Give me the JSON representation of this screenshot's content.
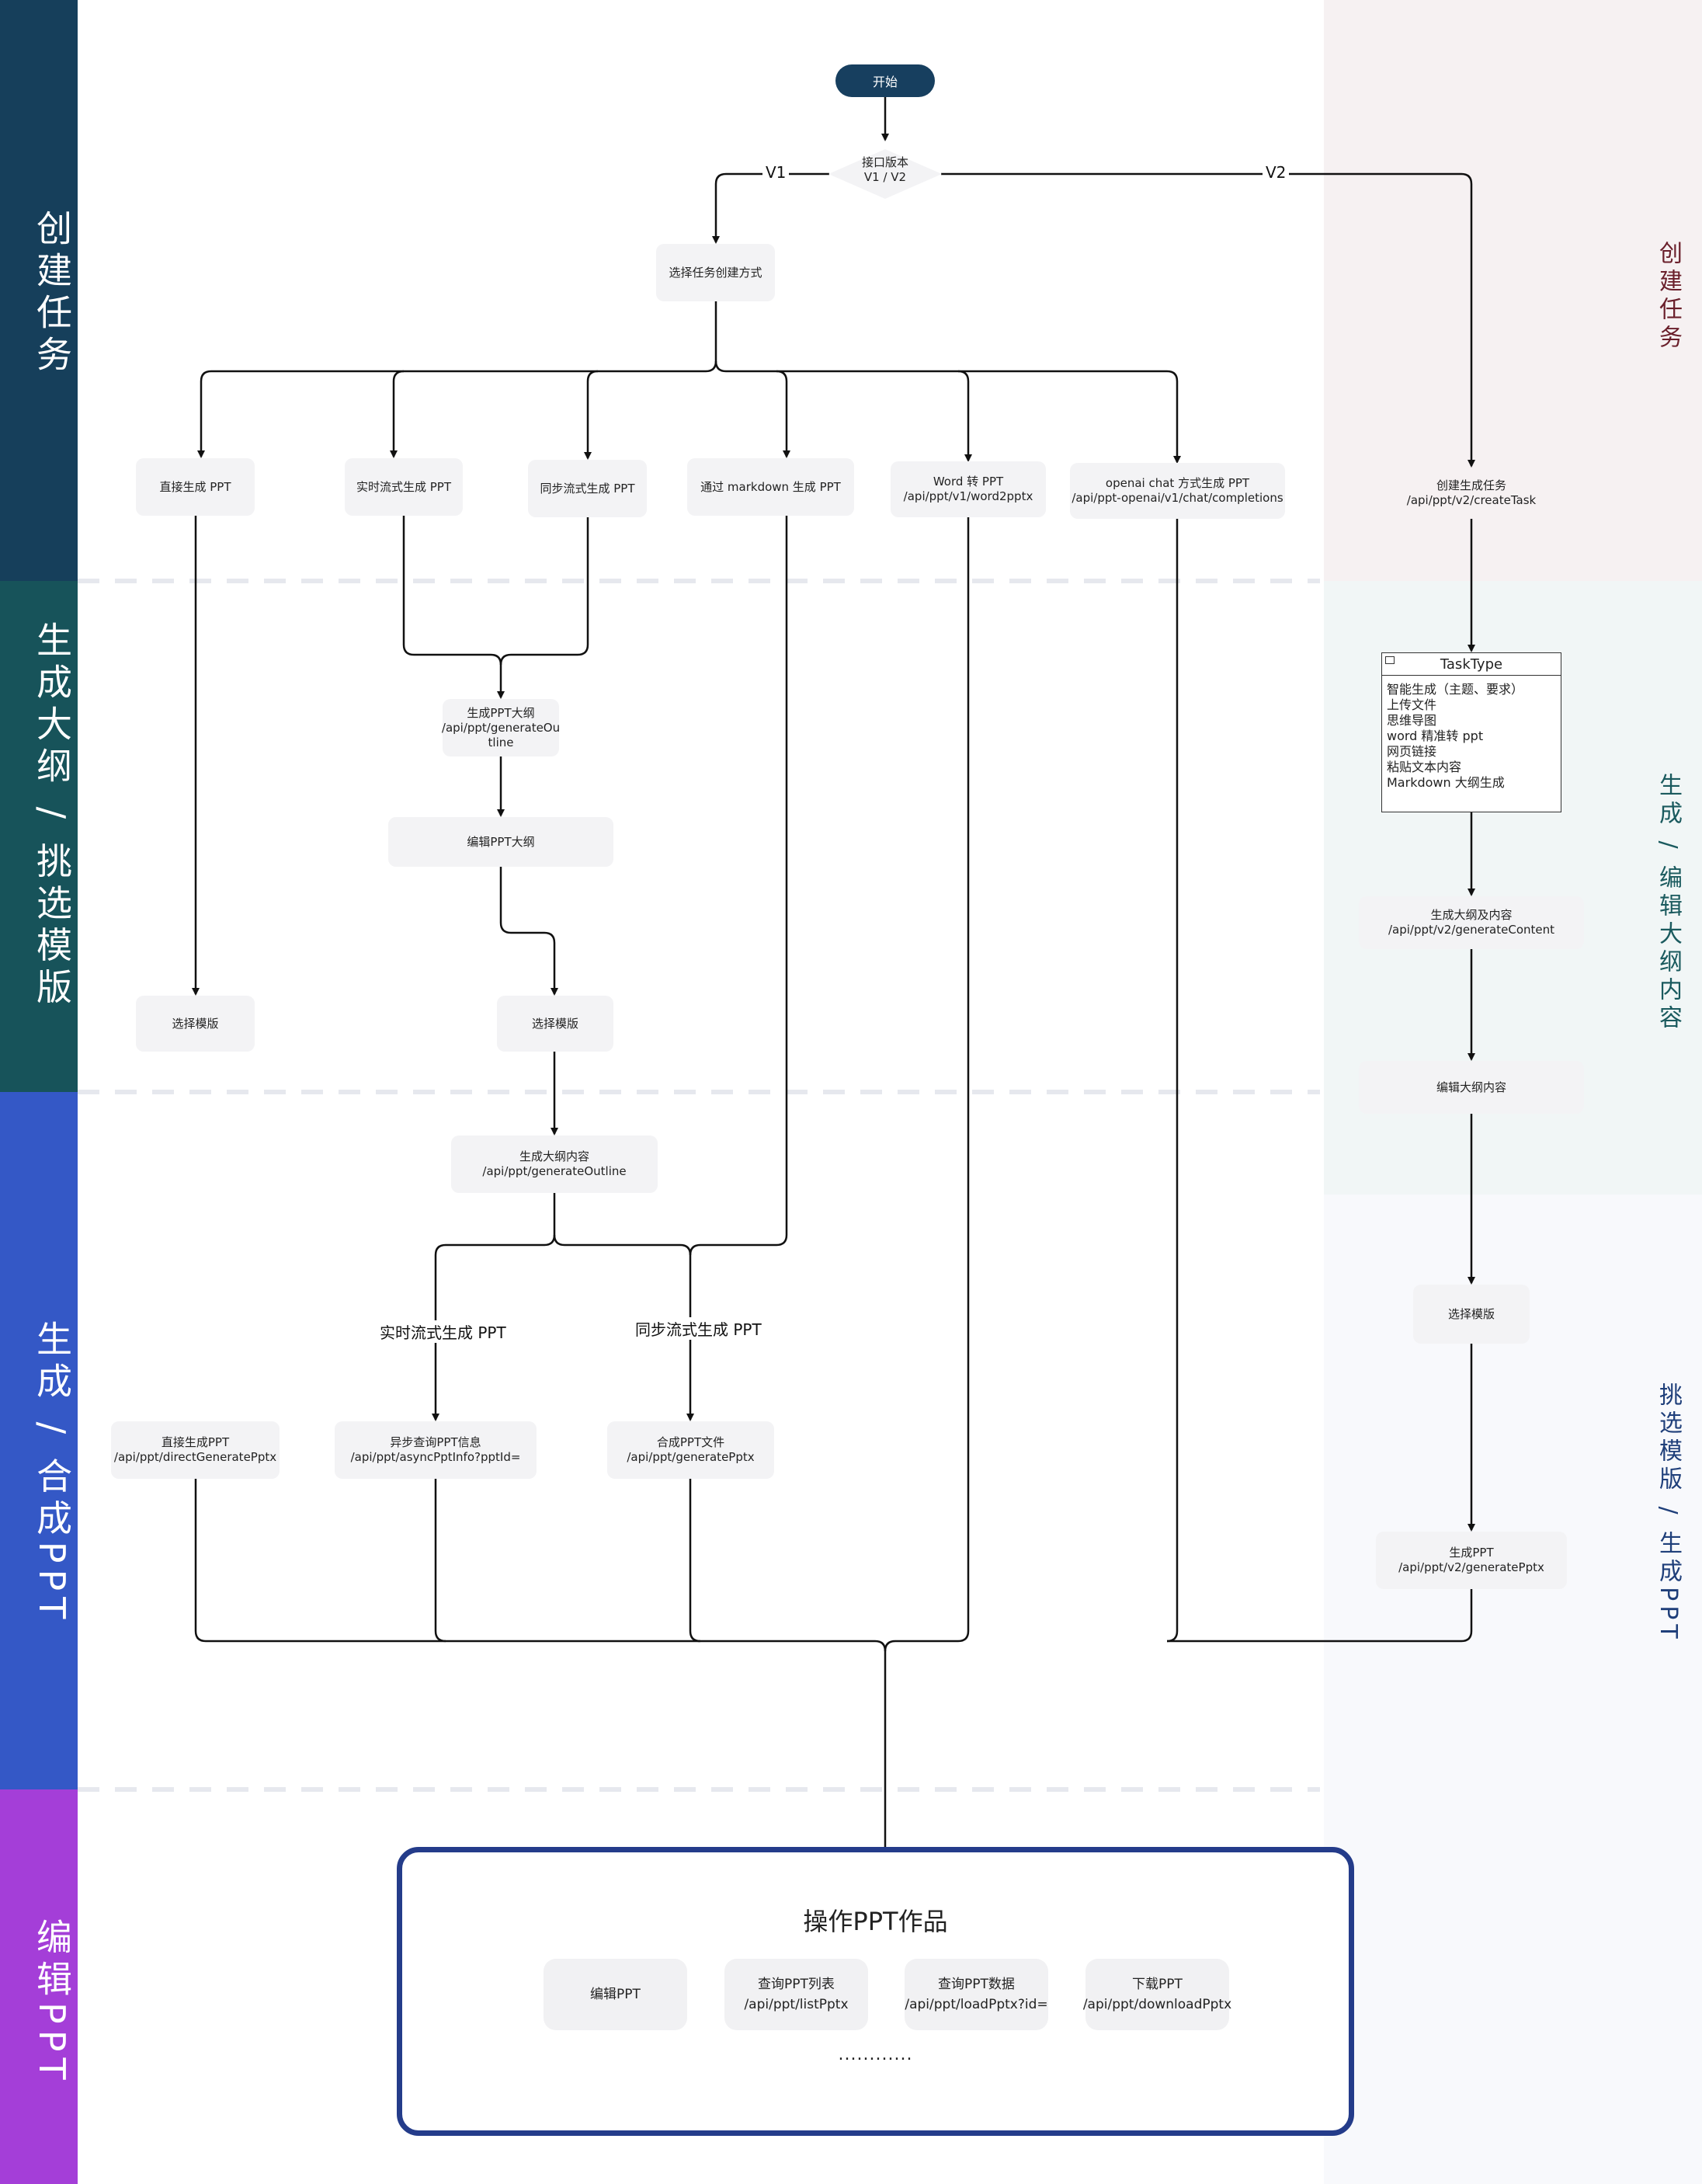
{
  "lanes": [
    {
      "label": "创建任务",
      "color": "#163f5b"
    },
    {
      "label": "生成大纲 / 挑选模版",
      "color": "#17535a"
    },
    {
      "label": "生成 / 合成PPT",
      "color": "#3458c6"
    },
    {
      "label": "编辑PPT",
      "color": "#a43ed8"
    }
  ],
  "right_sections": [
    {
      "label": "创建任务",
      "color": "#6a1f2b",
      "bg": "#f5f0f1"
    },
    {
      "label": "生成 / 编辑大纲内容",
      "color": "#1a5a5e",
      "bg": "#f0f5f5"
    },
    {
      "label": "挑选模版 / 生成PPT",
      "color": "#1f3f7a",
      "bg": "#f7f8fb"
    }
  ],
  "nodes": {
    "start": "开始",
    "decision": {
      "line1": "接口版本",
      "line2": "V1 / V2"
    },
    "choose_method": "选择任务创建方式",
    "direct": "直接生成 PPT",
    "realtime": "实时流式生成 PPT",
    "sync": "同步流式生成 PPT",
    "markdown": "通过 markdown 生成 PPT",
    "word": {
      "line1": "Word 转 PPT",
      "line2": "/api/ppt/v1/word2pptx"
    },
    "openai": {
      "line1": "openai chat 方式生成 PPT",
      "line2": "/api/ppt-openai/v1/chat/completions"
    },
    "create_task": {
      "line1": "创建生成任务",
      "line2": "/api/ppt/v2/createTask"
    },
    "gen_outline": {
      "line1": "生成PPT大纲",
      "line2": "/api/ppt/generateOu",
      "line3": "tline"
    },
    "edit_outline": "编辑PPT大纲",
    "template_left": "选择模版",
    "template_mid": "选择模版",
    "outline_content": {
      "line1": "生成大纲内容",
      "line2": "/api/ppt/generateOutline"
    },
    "direct_gen": {
      "line1": "直接生成PPT",
      "line2": "/api/ppt/directGeneratePptx"
    },
    "async_query": {
      "line1": "异步查询PPT信息",
      "line2": "/api/ppt/asyncPptInfo?pptId="
    },
    "compose": {
      "line1": "合成PPT文件",
      "line2": "/api/ppt/generatePptx"
    },
    "gen_content_v2": {
      "line1": "生成大纲及内容",
      "line2": "/api/ppt/v2/generateContent"
    },
    "edit_content": "编辑大纲内容",
    "template_right": "选择模版",
    "gen_ppt_v2": {
      "line1": "生成PPT",
      "line2": "/api/ppt/v2/generatePptx"
    }
  },
  "edge_labels": {
    "v1": "V1",
    "v2": "V2",
    "realtime": "实时流式生成 PPT",
    "sync": "同步流式生成 PPT"
  },
  "tasktype": {
    "title": "TaskType",
    "items": [
      "智能生成（主题、要求）",
      "上传文件",
      "思维导图",
      "word 精准转 ppt",
      "网页链接",
      "粘贴文本内容",
      "Markdown 大纲生成"
    ]
  },
  "ops": {
    "title": "操作PPT作品",
    "edit": "编辑PPT",
    "list": {
      "line1": "查询PPT列表",
      "line2": "/api/ppt/listPptx"
    },
    "load": {
      "line1": "查询PPT数据",
      "line2": "/api/ppt/loadPptx?id="
    },
    "download": {
      "line1": "下载PPT",
      "line2": "/api/ppt/downloadPptx"
    },
    "more": "............"
  }
}
